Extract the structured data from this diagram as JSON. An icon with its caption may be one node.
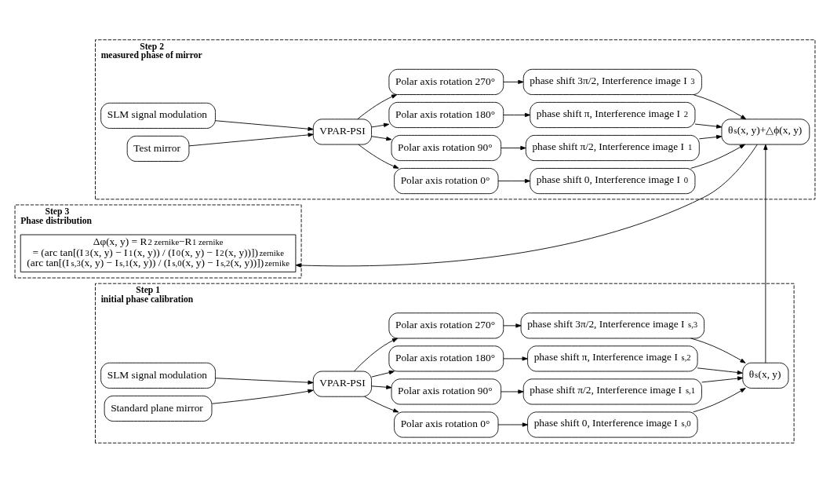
{
  "diagram": {
    "nodes": [
      {
        "text": [
          "Step 1",
          "initial phase calibration"
        ]
      },
      {
        "text": [
          "SLM signal modulation"
        ],
        "in": 0
      },
      {
        "text": [
          "Standard plane mirror"
        ],
        "in": 0
      },
      {
        "text": [
          "VPAR-PSI"
        ],
        "in": 0
      },
      {
        "text": [
          "Polar axis rotation 0°"
        ],
        "in": 0
      },
      {
        "text": [
          "Polar axis rotation 90°"
        ],
        "in": 0
      },
      {
        "text": [
          "Polar axis rotation 180°"
        ],
        "in": 0
      },
      {
        "text": [
          "Polar axis rotation 270°"
        ],
        "in": 0
      },
      {
        "text": [
          "phase shift 0, Interference image I$_{s,0}$"
        ],
        "in": 0
      },
      {
        "text": [
          "phase shift π/2, Interference image I$_{s,1}$"
        ],
        "in": 0
      },
      {
        "text": [
          "phase shift π, Interference image I$_{s,2}$"
        ],
        "in": 0
      },
      {
        "text": [
          "phase shift 3π/2, Interference image I$_{s,3}$"
        ],
        "in": 0
      },
      {
        "text": [
          "θ$_{s}$(x, y)"
        ],
        "in": 0
      },
      {
        "text": [
          "Step 2",
          "measured phase of mirror"
        ]
      },
      {
        "text": [
          "SLM signal modulation"
        ],
        "in": 13
      },
      {
        "text": [
          "Test mirror"
        ],
        "in": 13
      },
      {
        "text": [
          "VPAR-PSI"
        ],
        "in": 13
      },
      {
        "text": [
          "Polar axis rotation 0°"
        ],
        "in": 13
      },
      {
        "text": [
          "Polar axis rotation 90°"
        ],
        "in": 13
      },
      {
        "text": [
          "Polar axis rotation 180°"
        ],
        "in": 13
      },
      {
        "text": [
          "Polar axis rotation 270°"
        ],
        "in": 13
      },
      {
        "text": [
          "phase shift 0, Interference image I$_{0}$"
        ],
        "in": 13
      },
      {
        "text": [
          "phase shift π/2, Interference image I$_{1}$"
        ],
        "in": 13
      },
      {
        "text": [
          "phase shift π, Interference image I$_{2}$"
        ],
        "in": 13
      },
      {
        "text": [
          "phase shift 3π/2, Interference image I$_{3}$"
        ],
        "in": 13
      },
      {
        "text": [
          "θ$_{s}$(x, y)+△ϕ(x, y)"
        ],
        "in": 13
      },
      {
        "text": [
          "Step 3",
          "Phase distribution"
        ]
      },
      {
        "text": [
          "Δφ(x, y) = R$_{2 zernike}$−R$_{1 zernike}$",
          "= (arc tan[(I$_{3}$(x, y) − I$_{1}$(x, y)) / (I$_{0}$(x, y) − I$_{2}$(x, y))])$_{zernike}$   (arc tan[(I$_{s,3}$(x, y) − I$_{s,1}$(x, y)) / (I$_{s,0}$(x, y) − I$_{s,2}$(x, y))])$_{zernike}$"
        ],
        "in": 26
      }
    ],
    "edges": [
      {
        "from": 1,
        "to": 3,
        "arrow": "to"
      },
      {
        "from": 2,
        "to": 3,
        "arrow": "to"
      },
      {
        "from": 3,
        "to": 4,
        "arrow": "to"
      },
      {
        "from": 3,
        "to": 5,
        "arrow": "to"
      },
      {
        "from": 3,
        "to": 6,
        "arrow": "to"
      },
      {
        "from": 3,
        "to": 7,
        "arrow": "to"
      },
      {
        "from": 4,
        "to": 8,
        "arrow": "to"
      },
      {
        "from": 5,
        "to": 9,
        "arrow": "to"
      },
      {
        "from": 6,
        "to": 10,
        "arrow": "to"
      },
      {
        "from": 7,
        "to": 11,
        "arrow": "to"
      },
      {
        "from": 8,
        "to": 12,
        "arrow": "to"
      },
      {
        "from": 9,
        "to": 12,
        "arrow": "to"
      },
      {
        "from": 10,
        "to": 12,
        "arrow": "to"
      },
      {
        "from": 11,
        "to": 12,
        "arrow": "to"
      },
      {
        "from": 12,
        "to": 25,
        "arrow": "to"
      },
      {
        "from": 14,
        "to": 16,
        "arrow": "to"
      },
      {
        "from": 15,
        "to": 16,
        "arrow": "to"
      },
      {
        "from": 16,
        "to": 17,
        "arrow": "to"
      },
      {
        "from": 16,
        "to": 18,
        "arrow": "to"
      },
      {
        "from": 16,
        "to": 19,
        "arrow": "to"
      },
      {
        "from": 16,
        "to": 20,
        "arrow": "to"
      },
      {
        "from": 17,
        "to": 21,
        "arrow": "to"
      },
      {
        "from": 18,
        "to": 22,
        "arrow": "to"
      },
      {
        "from": 19,
        "to": 23,
        "arrow": "to"
      },
      {
        "from": 20,
        "to": 24,
        "arrow": "to"
      },
      {
        "from": 21,
        "to": 25,
        "arrow": "to"
      },
      {
        "from": 22,
        "to": 25,
        "arrow": "to"
      },
      {
        "from": 23,
        "to": 25,
        "arrow": "to"
      },
      {
        "from": 24,
        "to": 25,
        "arrow": "to"
      },
      {
        "from": 25,
        "to": 27,
        "arrow": "to"
      }
    ]
  }
}
